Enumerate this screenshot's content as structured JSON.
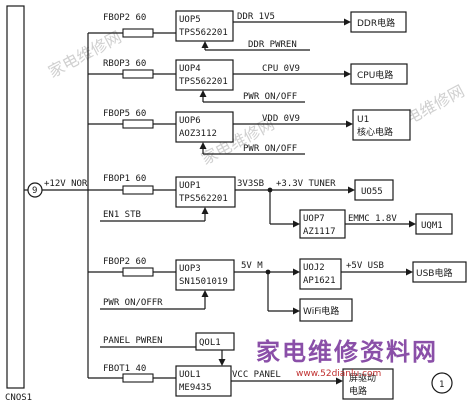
{
  "connector": {
    "label": "CNOS1",
    "pin": "9"
  },
  "rail": {
    "label": "+12V NOR"
  },
  "fuses": {
    "f1": "FBOP2 60",
    "f2": "RBOP3 60",
    "f3": "FBOP5 60",
    "f4": "FBOP1 60",
    "f5": "FBOP2 60",
    "f6": "FBOT1 40"
  },
  "ics": {
    "uop5": {
      "name": "UOP5",
      "part": "TPS562201"
    },
    "uop4": {
      "name": "UOP4",
      "part": "TPS562201"
    },
    "uop6": {
      "name": "UOP6",
      "part": "AOZ3112"
    },
    "uop1": {
      "name": "UOP1",
      "part": "TPS562201"
    },
    "uop7": {
      "name": "UOP7",
      "part": "AZ1117"
    },
    "uop3": {
      "name": "UOP3",
      "part": "SN1501019"
    },
    "uoj2": {
      "name": "UOJ2",
      "part": "AP1621"
    },
    "qol1": {
      "name": "QOL1"
    },
    "uol1": {
      "name": "UOL1",
      "part": "ME9435"
    }
  },
  "outputs": {
    "ddr": "DDR电路",
    "cpu": "CPU电路",
    "core_line1": "U1",
    "core_line2": "核心电路",
    "uo55": "UO55",
    "uqm1": "UQM1",
    "usb": "USB电路",
    "wifi": "WiFi电路",
    "screen_line1": "屏驱动",
    "screen_line2": "电路"
  },
  "signals": {
    "ddr_1v5": "DDR 1V5",
    "ddr_pwren": "DDR PWREN",
    "cpu_0v9": "CPU 0V9",
    "pwr1": "PWR ON/OFF",
    "vdd_0v9": "VDD 0V9",
    "pwr2": "PWR ON/OFF",
    "v3v3sb": "3V3SB",
    "tuner": "+3.3V TUNER",
    "en1_stb": "EN1 STB",
    "emmc": "EMMC 1.8V",
    "v5m": "5V M",
    "v5usb": "+5V USB",
    "pwr3": "PWR ON/OFFR",
    "panel_pwren": "PANEL PWREN",
    "vcc_panel": "VCC PANEL"
  },
  "watermark": {
    "text": "家电维修资料网",
    "url": "www.52dianlu.com",
    "faint": "家电维修网",
    "badge": "1"
  }
}
